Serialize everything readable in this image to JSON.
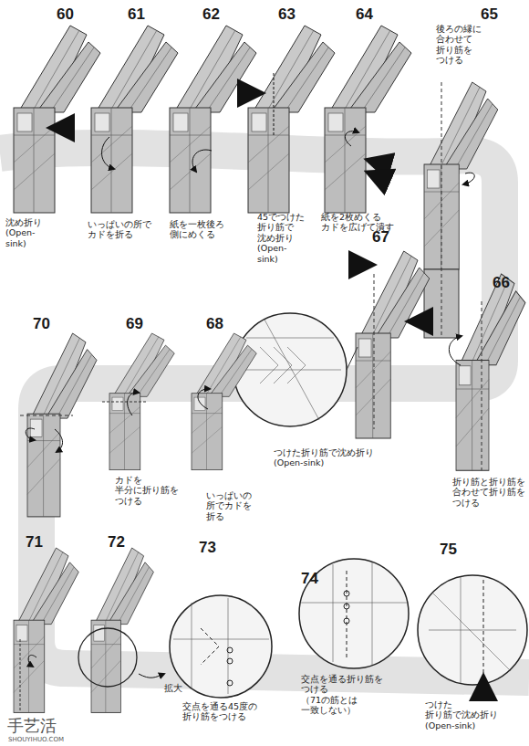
{
  "diagram": {
    "labels": [
      "60",
      "沈め折り (Open-sink)",
      "61",
      "いっぱいの所で カドを折る",
      "62",
      "紙を一枚後ろ 側にめくる",
      "63",
      "45でつけた 折り筋で 沈め折り (Open-sink)",
      "64",
      "紙を2枚めくる カドを広げて潰す",
      "65",
      "後ろの縁に 合わせて 折り筋を つける",
      "66",
      "折り筋と折り筋を 合わせて折り筋を つける",
      "67",
      "つけた折り筋で沈め折り (Open-sink)",
      "68",
      "いっぱいの 所でカドを 折る",
      "69",
      "カドを 半分に折り筋を つける",
      "70",
      "71",
      "72",
      "拡大",
      "73",
      "交点を通る45度の 折り筋をつける",
      "74",
      "交点を通る折り筋を つける（71の筋とは 一致しない）",
      "75",
      "つけた 折り筋で沈め折り (Open-sink)",
      "手艺活",
      "SHOUYIHUO.COM"
    ]
  }
}
